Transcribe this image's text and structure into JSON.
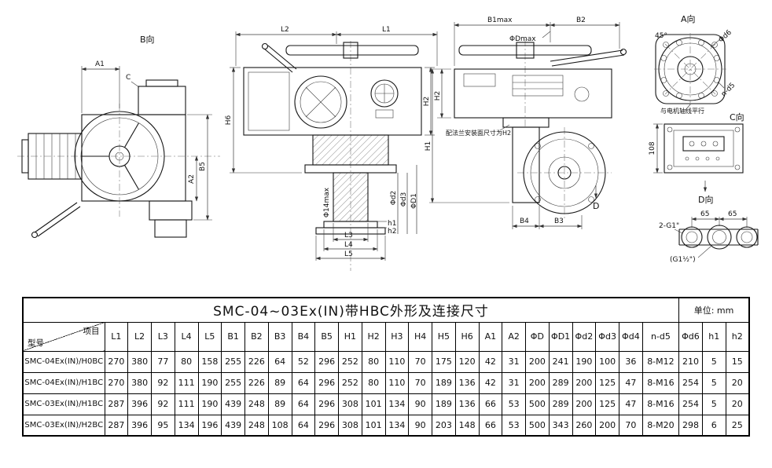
{
  "table": {
    "title": "SMC-04~03Ex(IN)带HBC外形及连接尺寸",
    "unit_label": "单位: mm",
    "corner": {
      "top_right": "项目",
      "bottom_left": "型号"
    },
    "headers": [
      "L1",
      "L2",
      "L3",
      "L4",
      "L5",
      "B1",
      "B2",
      "B3",
      "B4",
      "B5",
      "H1",
      "H2",
      "H3",
      "H4",
      "H5",
      "H6",
      "A1",
      "A2",
      "ΦD",
      "ΦD1",
      "Φd2",
      "Φd3",
      "Φd4",
      "n-d5",
      "Φd6",
      "h1",
      "h2"
    ],
    "rows": [
      {
        "model": "SMC-04Ex(IN)/H0BC",
        "values": [
          "270",
          "380",
          "77",
          "80",
          "158",
          "255",
          "226",
          "64",
          "52",
          "296",
          "252",
          "80",
          "110",
          "70",
          "175",
          "120",
          "42",
          "31",
          "200",
          "241",
          "190",
          "100",
          "36",
          "8-M12",
          "210",
          "5",
          "15"
        ]
      },
      {
        "model": "SMC-04Ex(IN)/H1BC",
        "values": [
          "270",
          "380",
          "92",
          "111",
          "190",
          "255",
          "226",
          "89",
          "64",
          "296",
          "252",
          "80",
          "110",
          "70",
          "189",
          "136",
          "42",
          "31",
          "200",
          "289",
          "200",
          "125",
          "47",
          "8-M16",
          "254",
          "5",
          "20"
        ]
      },
      {
        "model": "SMC-03Ex(IN)/H1BC",
        "values": [
          "287",
          "396",
          "92",
          "111",
          "190",
          "439",
          "248",
          "89",
          "64",
          "296",
          "308",
          "101",
          "134",
          "90",
          "189",
          "136",
          "66",
          "53",
          "500",
          "289",
          "200",
          "125",
          "47",
          "8-M16",
          "254",
          "5",
          "20"
        ]
      },
      {
        "model": "SMC-03Ex(IN)/H2BC",
        "values": [
          "287",
          "396",
          "95",
          "134",
          "196",
          "439",
          "248",
          "108",
          "64",
          "296",
          "308",
          "101",
          "134",
          "90",
          "203",
          "148",
          "66",
          "53",
          "500",
          "343",
          "260",
          "200",
          "70",
          "8-M20",
          "298",
          "6",
          "25"
        ]
      }
    ]
  },
  "drawings": {
    "view_b": {
      "title": "B向",
      "dim_a1": "A1",
      "dim_c": "C",
      "dim_b5": "B5",
      "dim_a2": "A2"
    },
    "view_side": {
      "dim_l2": "L2",
      "dim_l1": "L1",
      "dim_h6": "H6",
      "dim_h2": "H2",
      "dim_phi_d2": "Φd2",
      "dim_phi_d3": "Φd3",
      "dim_phi_d1": "ΦD1",
      "dim_h1_small": "h1",
      "dim_h2_small": "h2",
      "dim_phi14": "Φ14max",
      "dim_l3": "L3",
      "dim_l4": "L4",
      "dim_l5": "L5"
    },
    "view_front": {
      "dim_b1max": "B1max",
      "dim_b2": "B2",
      "dim_phidmax": "ΦDmax",
      "dim_h1": "H1",
      "dim_h2": "H2",
      "dim_b4": "B4",
      "dim_b3": "B3",
      "note_flange": "配法兰安装面尺寸为H2",
      "dim_d_marker": "D"
    },
    "view_a": {
      "title": "A向",
      "dim_45": "45°",
      "dim_phi_d6": "Φd6",
      "dim_n_d5": "n-d5",
      "note_motor_axis": "与电机轴线平行"
    },
    "view_c": {
      "title": "C向",
      "dim_108": "108"
    },
    "view_d": {
      "title": "D向",
      "dim_65_left": "65",
      "dim_65_right": "65",
      "label_2g1": "2-G1\"",
      "label_g1half": "(G1½\")"
    }
  }
}
